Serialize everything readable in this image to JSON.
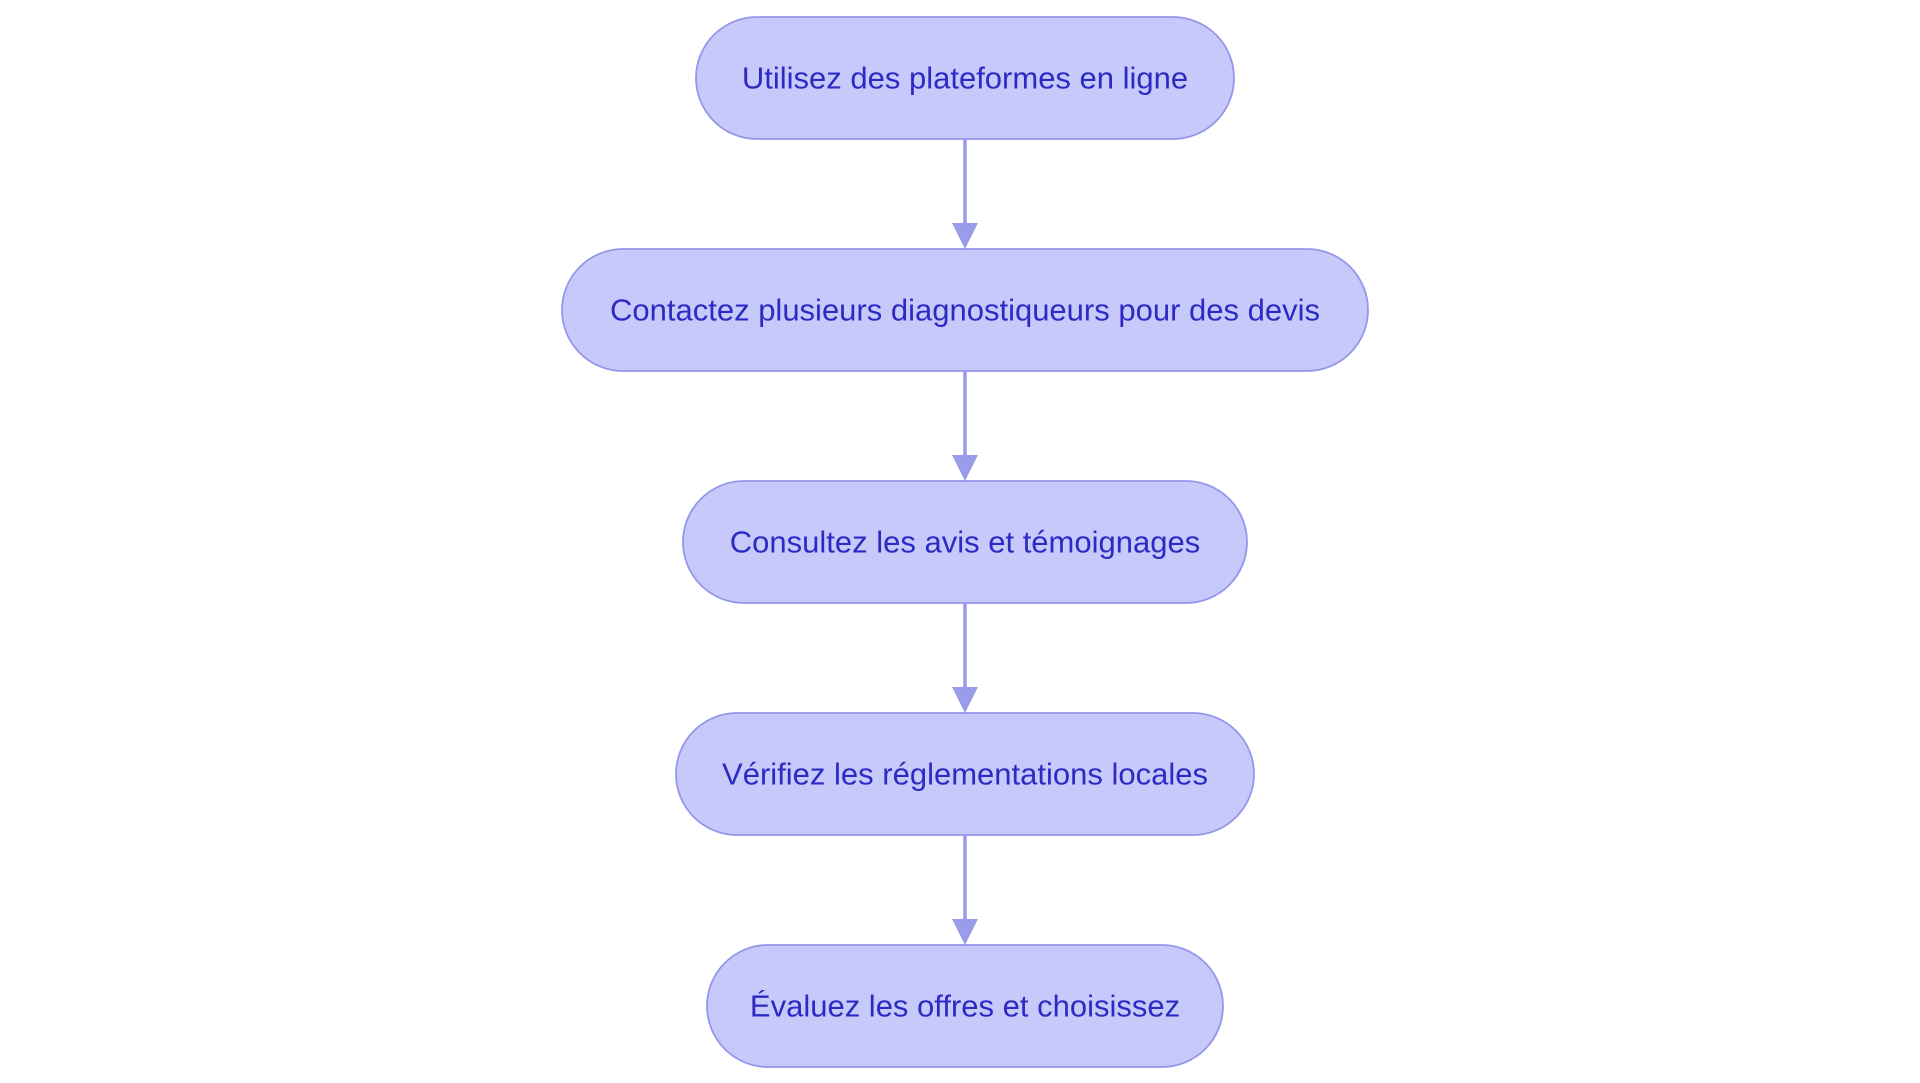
{
  "diagram": {
    "type": "flowchart",
    "direction": "top-to-bottom",
    "colors": {
      "node_fill": "#c8c9fb",
      "node_border": "#9496ea",
      "node_text": "#2b2bc4",
      "edge": "#9a9ce9",
      "background": "#ffffff"
    },
    "steps": [
      {
        "label": "Utilisez des plateformes en ligne"
      },
      {
        "label": "Contactez plusieurs diagnostiqueurs pour des devis"
      },
      {
        "label": "Consultez les avis et témoignages"
      },
      {
        "label": "Vérifiez les réglementations locales"
      },
      {
        "label": "Évaluez les offres et choisissez"
      }
    ],
    "edges": [
      {
        "from": 0,
        "to": 1
      },
      {
        "from": 1,
        "to": 2
      },
      {
        "from": 2,
        "to": 3
      },
      {
        "from": 3,
        "to": 4
      }
    ]
  }
}
